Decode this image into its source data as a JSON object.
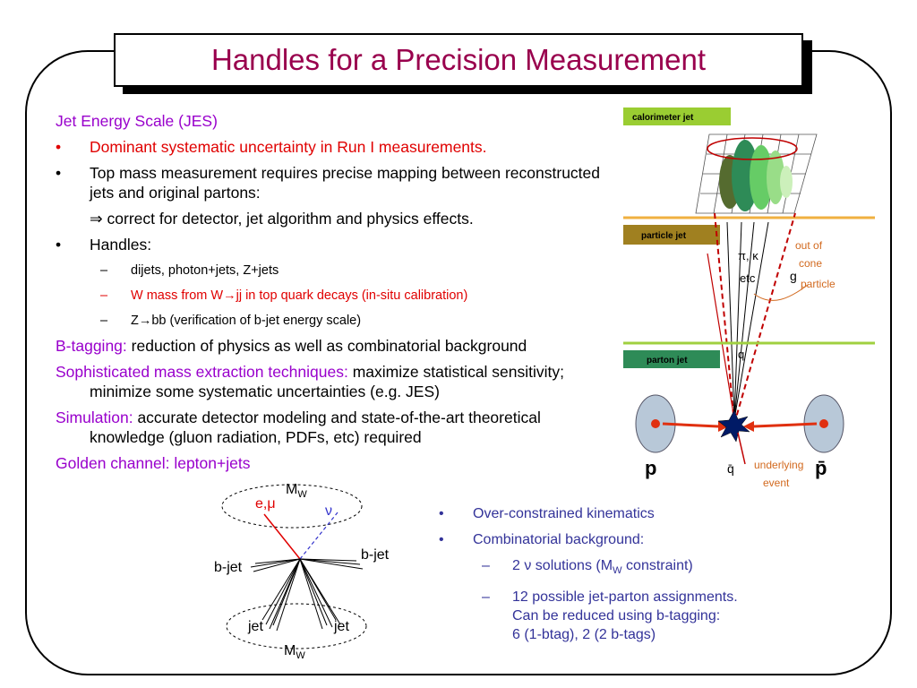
{
  "slide": {
    "title": "Handles for a Precision Measurement"
  },
  "left": {
    "jes_heading": "Jet Energy Scale (JES)",
    "bullet_dominant": "Dominant systematic uncertainty in Run I measurements.",
    "bullet_topmass": "Top mass measurement requires precise mapping between reconstructed jets and original partons:",
    "arrow_symbol": "⇒",
    "correct_line": "correct for detector, jet algorithm and physics effects.",
    "handles": "Handles:",
    "sub_items": [
      "dijets, photon+jets, Z+jets",
      "W mass from W→jj in top quark decays (in-situ calibration)",
      "Z→bb (verification of b-jet energy scale)"
    ],
    "btag_label": "B-tagging:",
    "btag_text": "reduction of physics as well as combinatorial background",
    "soph_label": "Sophisticated mass extraction techniques:",
    "soph_text": "maximize statistical sensitivity; minimize some systematic uncertainties (e.g. JES)",
    "sim_label": "Simulation:",
    "sim_text": "accurate detector modeling and state-of-the-art theoretical knowledge (gluon radiation, PDFs, etc) required",
    "golden": "Golden channel: lepton+jets"
  },
  "right_list": {
    "items": [
      "Over-constrained kinematics",
      "Combinatorial background:"
    ],
    "sub1_prefix": "2 ν solutions (M",
    "sub1_sub": "W",
    "sub1_suffix": " constraint)",
    "sub2_lines": [
      "12 possible jet-parton assignments.",
      "Can be reduced using b-tagging:",
      "6 (1-btag), 2 (2 b-tags)"
    ]
  },
  "jet_diagram": {
    "mw_top": "M",
    "mw_sub": "W",
    "lepton": "e,μ",
    "neutrino": "ν",
    "bjet_left": "b-jet",
    "bjet_right": "b-jet",
    "jet_left": "jet",
    "jet_right": "jet",
    "mw_bottom": "M",
    "mw_bottom_sub": "W"
  },
  "calorimeter_figure": {
    "calorimeter_jet": "calorimeter jet",
    "particle_jet": "particle jet",
    "parton_jet": "parton jet",
    "pi_k": "π, κ",
    "etc": "etc",
    "g": "g",
    "q": "q",
    "qbar": "q̄",
    "out_of_cone": [
      "out of",
      "cone",
      "particle"
    ],
    "underlying": [
      "underlying",
      "event"
    ],
    "p_left": "p",
    "p_right": "p̄",
    "colors": {
      "label_green": "#9acd32",
      "parton_green": "#2e8b57",
      "line_orange": "#f0b040",
      "line_green": "#a0d040",
      "red": "#e03010",
      "annot": "#d2691e"
    }
  }
}
